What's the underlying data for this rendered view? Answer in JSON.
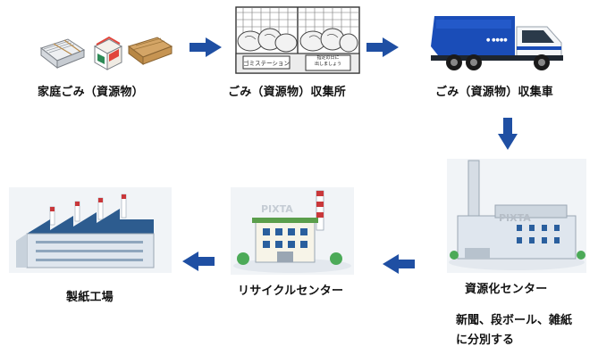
{
  "diagram": {
    "title": "",
    "colors": {
      "arrow": "#1f4fa3",
      "truck_blue": "#1a4db8",
      "factory_wall": "#dfe6ee",
      "factory_roof": "#2d5c8f",
      "chimney_red": "#c9373a"
    },
    "nodes": [
      {
        "id": "household",
        "label": "家庭ごみ（資源物）",
        "icon": "newspaper-carton-cardboard-icon"
      },
      {
        "id": "collection_point",
        "label": "ごみ（資源物）収集所",
        "icon": "garbage-station-icon",
        "signs": [
          "ゴミステーション",
          "指定の日に\n出しましょう"
        ]
      },
      {
        "id": "collection_truck",
        "label": "ごみ（資源物）収集車",
        "icon": "garbage-truck-icon"
      },
      {
        "id": "resource_center",
        "label": "資源化センター",
        "icon": "incineration-plant-icon",
        "note": "新聞、段ボール、雑紙\nに分別する",
        "watermark": "PIXTA"
      },
      {
        "id": "recycle_center",
        "label": "リサイクルセンター",
        "icon": "recycle-building-icon",
        "watermark": "PIXTA"
      },
      {
        "id": "paper_mill",
        "label": "製紙工場",
        "icon": "paper-factory-icon"
      }
    ],
    "arrows": [
      "right",
      "right",
      "down",
      "left",
      "left"
    ]
  }
}
